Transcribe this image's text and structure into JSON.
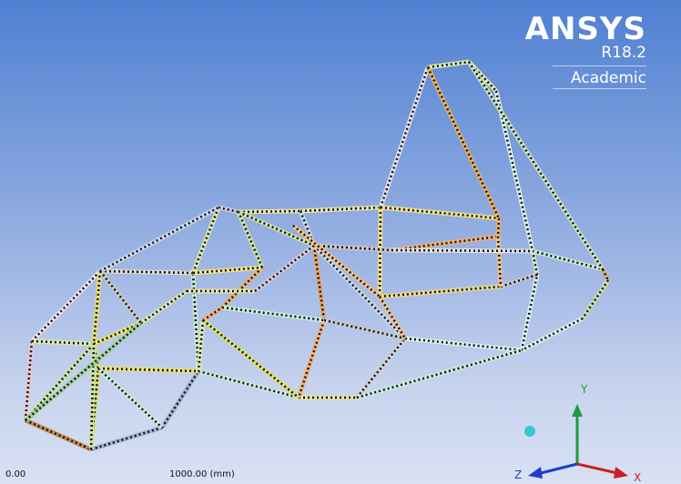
{
  "logo": {
    "brand": "ANSYS",
    "version": "R18.2",
    "edition": "Academic"
  },
  "triad": {
    "y_label": "Y",
    "z_label": "Z",
    "x_label": "X"
  },
  "scale": {
    "left_label": "0.00",
    "right_label": "1000.00 (mm)"
  },
  "colors": {
    "background_top": "#4f80d2",
    "background_bottom": "#d9e1f3",
    "axis_x": "#cc1f1f",
    "axis_y": "#1f9a3a",
    "axis_z": "#1f3ecc",
    "origin_ball": "#33c9d0"
  }
}
